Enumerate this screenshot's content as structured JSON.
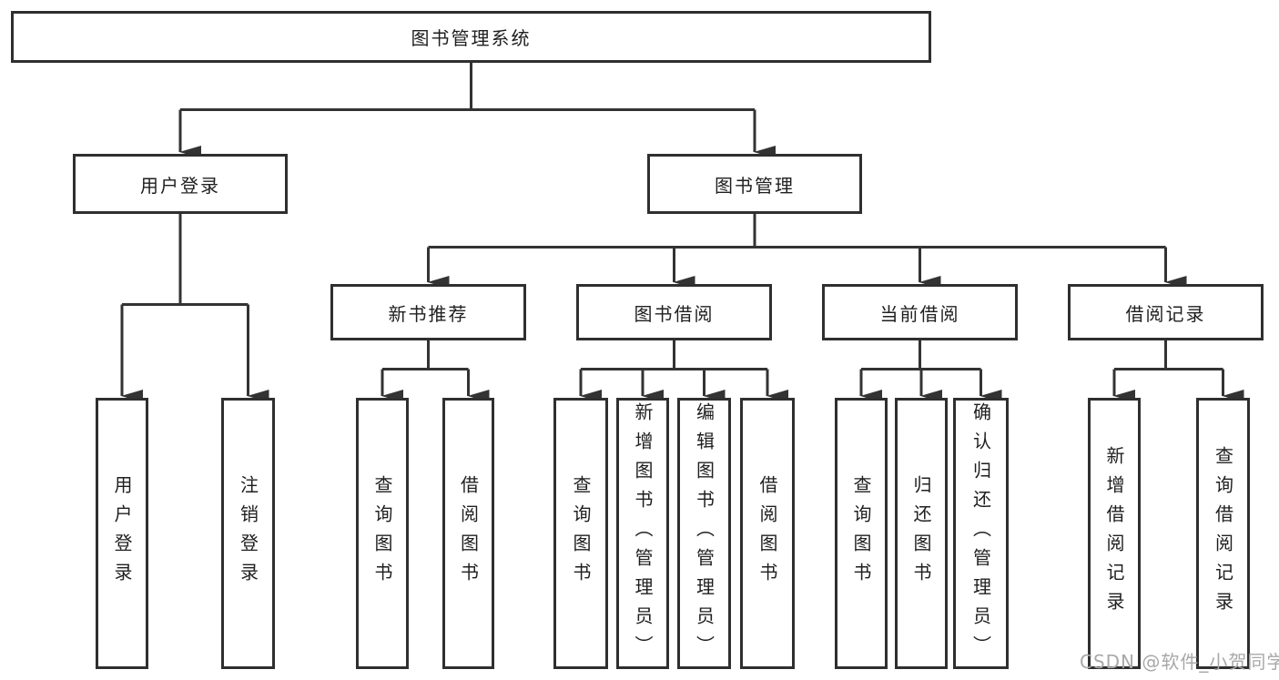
{
  "diagram": {
    "type": "function-tree",
    "title": "图书管理系统",
    "colors": {
      "line": "#333333",
      "box_border": "#2f2f2f",
      "box_fill": "#ffffff",
      "text": "#1f1f1f",
      "watermark": "#a8a8a8"
    },
    "nodes": {
      "root": "图书管理系统",
      "level2": [
        "用户登录",
        "图书管理"
      ],
      "level3": [
        "新书推荐",
        "图书借阅",
        "当前借阅",
        "借阅记录"
      ],
      "leaves": [
        "用户登录",
        "注销登录",
        "查询图书",
        "借阅图书",
        "查询图书",
        "新增图书（管理员）",
        "编辑图书（管理员）",
        "借阅图书",
        "查询图书",
        "归还图书",
        "确认归还（管理员）",
        "新增借阅记录",
        "查询借阅记录"
      ]
    },
    "hierarchy": [
      {
        "parent": "图书管理系统",
        "children": [
          "用户登录",
          "图书管理"
        ]
      },
      {
        "parent": "用户登录",
        "children": [
          "用户登录",
          "注销登录"
        ]
      },
      {
        "parent": "图书管理",
        "children": [
          "新书推荐",
          "图书借阅",
          "当前借阅",
          "借阅记录"
        ]
      },
      {
        "parent": "新书推荐",
        "children": [
          "查询图书",
          "借阅图书"
        ]
      },
      {
        "parent": "图书借阅",
        "children": [
          "查询图书",
          "新增图书（管理员）",
          "编辑图书（管理员）",
          "借阅图书"
        ]
      },
      {
        "parent": "当前借阅",
        "children": [
          "查询图书",
          "归还图书",
          "确认归还（管理员）"
        ]
      },
      {
        "parent": "借阅记录",
        "children": [
          "新增借阅记录",
          "查询借阅记录"
        ]
      }
    ]
  },
  "watermark": {
    "text": "CSDN @软件_小贺同学"
  }
}
